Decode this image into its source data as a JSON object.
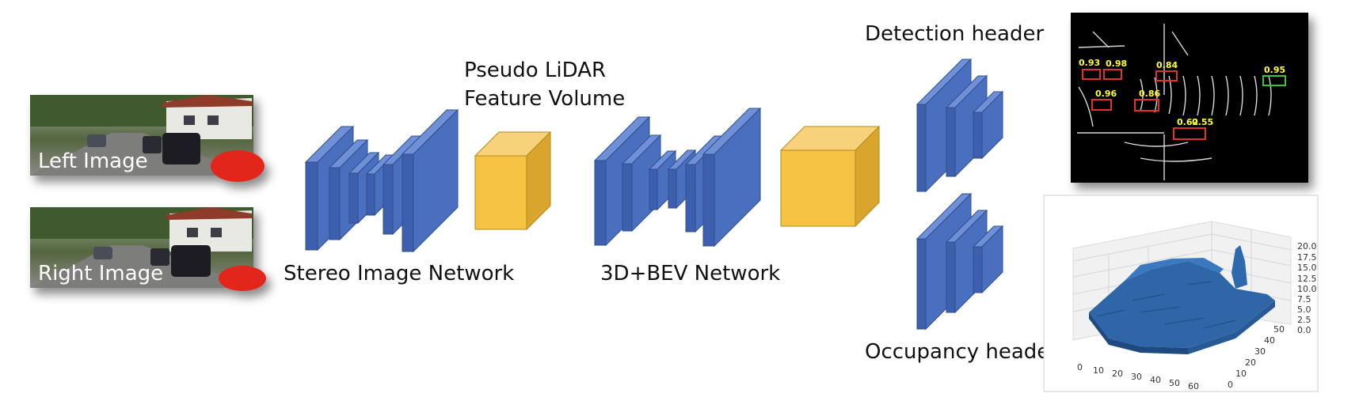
{
  "inputs": {
    "left_image_label": "Left Image",
    "right_image_label": "Right Image"
  },
  "stages": {
    "stereo_network_label": "Stereo Image Network",
    "feature_volume_label_line1": "Pseudo LiDAR",
    "feature_volume_label_line2": "Feature Volume",
    "bev_network_label": "3D+BEV Network"
  },
  "heads": {
    "detection_label": "Detection header",
    "occupancy_label": "Occupancy header"
  },
  "detection_scores": [
    "0.93",
    "0.98",
    "0.84",
    "0.95",
    "0.96",
    "0.86",
    "0.62",
    "0.55"
  ],
  "occupancy_plot": {
    "z_ticks": [
      "20.0",
      "17.5",
      "15.0",
      "12.5",
      "10.0",
      "7.5",
      "5.0",
      "2.5",
      "0.0"
    ],
    "x_ticks": [
      "0",
      "10",
      "20",
      "30",
      "40",
      "50",
      "60"
    ],
    "y_ticks": [
      "0",
      "10",
      "20",
      "30",
      "40",
      "50"
    ]
  },
  "colors": {
    "layer_blue": "#4a6fbf",
    "volume_yellow": "#f5c242",
    "detection_box_red": "#e0302a",
    "detection_box_green": "#3ec23e",
    "occupancy_voxel": "#2e66a8"
  }
}
